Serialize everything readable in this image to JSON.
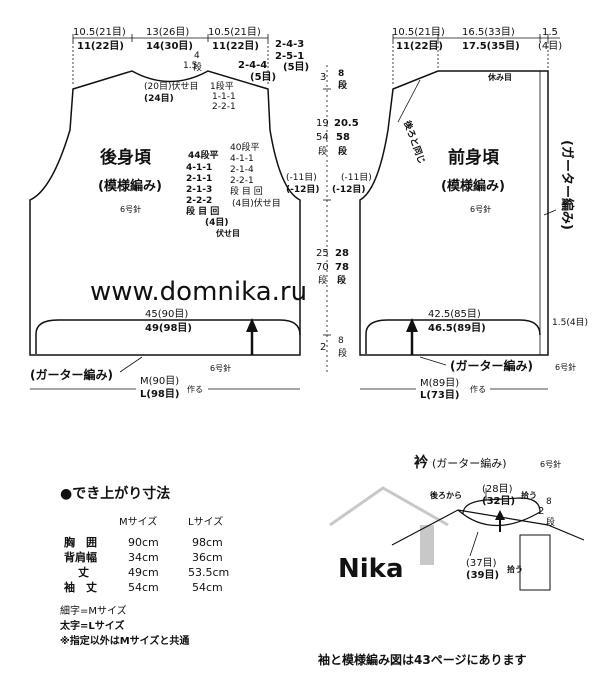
{
  "back": {
    "title": "後身頃",
    "subtitle": "(模様編み)",
    "needle": "6号針",
    "top_left_1": "10.5(21目)",
    "top_left_2": "11(22目)",
    "top_mid_1": "13(26目)",
    "top_mid_2": "14(30目)",
    "top_right_1": "10.5(21目)",
    "top_right_2": "11(22目)",
    "shoulder_1": "2-4-3",
    "shoulder_2": "2-5-1",
    "shoulder_3": "(5目)",
    "shoulder_4": "2-4-4",
    "shoulder_5": "(5目)",
    "neck_small": "1.5",
    "neck_rows_a": "4",
    "neck_rows_b": "段",
    "neck_bindoff": "(20目)伏せ目",
    "neck_bindoff_l": "(24目)",
    "neck_dec_1": "1段平",
    "neck_dec_2": "1-1-1",
    "neck_dec_3": "2-2-1",
    "arm_left_1": "44段平",
    "arm_left_2": "4-1-1",
    "arm_left_3": "2-1-1",
    "arm_left_4": "2-1-3",
    "arm_left_5": "2-2-2",
    "arm_left_6": "段 目 回",
    "arm_left_7": "(4目)",
    "arm_left_8": "伏せ目",
    "arm_right_1": "40段平",
    "arm_right_2": "4-1-1",
    "arm_right_3": "2-1-4",
    "arm_right_4": "2-2-1",
    "arm_right_5": "段 目 回",
    "arm_right_6": "(4目)伏せ目",
    "hem_1": "45(90目)",
    "hem_2": "49(98目)",
    "band": "(ガーター編み)",
    "band_needle": "6号針",
    "cast_1": "M(90目)",
    "cast_2": "L(98目)",
    "cast_suffix": "作る",
    "arm_sts_m": "(-11目)",
    "arm_sts_l": "(-12目)"
  },
  "center": {
    "neck_depth": "3",
    "neck_rows_a": "8",
    "neck_rows_b": "段",
    "arm_len_m": "19",
    "arm_len_l": "20.5",
    "arm_rows_m": "54",
    "arm_rows_l": "58",
    "arm_rows_unit_m": "段",
    "arm_rows_unit_l": "段",
    "body_len_m": "25",
    "body_len_l": "28",
    "body_rows_m": "70",
    "body_rows_l": "78",
    "body_unit_m": "段",
    "body_unit_l": "段",
    "band_len": "2",
    "band_rows_a": "8",
    "band_rows_b": "段"
  },
  "front": {
    "title": "前身頃",
    "subtitle": "(模様編み)",
    "needle": "6号針",
    "top_left_1": "10.5(21目)",
    "top_left_2": "11(22目)",
    "top_mid_1": "16.5(33目)",
    "top_mid_2": "17.5(35目)",
    "top_right_1": "1.5",
    "top_right_2": "(4目)",
    "rest": "休み目",
    "same_as_back": "後ろと同じ",
    "arm_sts_m": "(-11目)",
    "arm_sts_l": "(-12目)",
    "side_band": "(ガーター編み)",
    "side_band_num": "1.5(4目)",
    "hem_1": "42.5(85目)",
    "hem_2": "46.5(89目)",
    "band": "(ガーター編み)",
    "band_needle": "6号針",
    "cast_1": "M(89目)",
    "cast_2": "L(73目)",
    "cast_suffix": "作る"
  },
  "watermark": "www.domnika.ru",
  "collar": {
    "title": "衿",
    "subtitle": "(ガーター編み)",
    "needle": "6号針",
    "from_back": "後ろから",
    "back_sts_m": "(28目)",
    "back_sts_l": "(32目)",
    "pick": "拾う",
    "rows_a": "2",
    "rows_b": "8",
    "rows_c": "段",
    "front_sts_m": "(37目)",
    "front_sts_l": "(39目)",
    "pick2": "拾う"
  },
  "logo": "Nika",
  "sizes": {
    "title": "●でき上がり寸法",
    "headers": [
      "Mサイズ",
      "Lサイズ"
    ],
    "rows": [
      {
        "label": "胸　囲",
        "m": "90cm",
        "l": "98cm"
      },
      {
        "label": "背肩幅",
        "m": "34cm",
        "l": "36cm"
      },
      {
        "label": "丈",
        "m": "49cm",
        "l": "53.5cm"
      },
      {
        "label": "袖　丈",
        "m": "54cm",
        "l": "54cm"
      }
    ],
    "note_1": "細字=Mサイズ",
    "note_2": "太字=Lサイズ",
    "note_3": "※指定以外はMサイズと共通"
  },
  "footer": "袖と模様編み図は43ページにあります"
}
